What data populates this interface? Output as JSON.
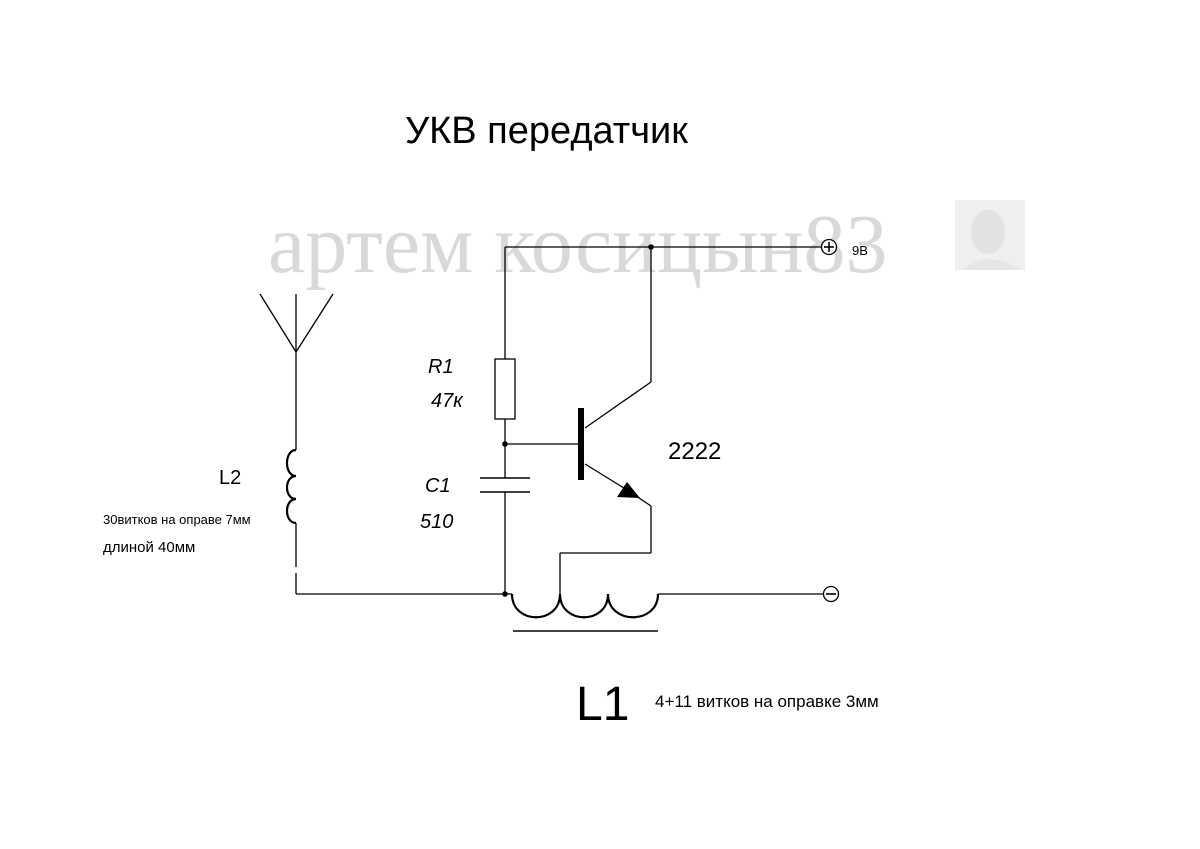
{
  "title": "УКВ передатчик",
  "watermark": {
    "text": "артем косицын83",
    "badge": "portrait-photo-badge"
  },
  "terminals": {
    "positive": {
      "symbol": "+",
      "label": "9В"
    },
    "negative": {
      "symbol": "−"
    }
  },
  "components": {
    "r1": {
      "ref": "R1",
      "value": "47к"
    },
    "c1": {
      "ref": "C1",
      "value": "510"
    },
    "transistor": {
      "ref": "2222"
    },
    "l2": {
      "ref": "L2",
      "note_line1": "30витков на оправе 7мм",
      "note_line2": "длиной 40мм"
    },
    "l1": {
      "ref": "L1",
      "note": "4+11 витков на оправке 3мм"
    },
    "antenna": {
      "icon": "antenna-icon"
    }
  }
}
